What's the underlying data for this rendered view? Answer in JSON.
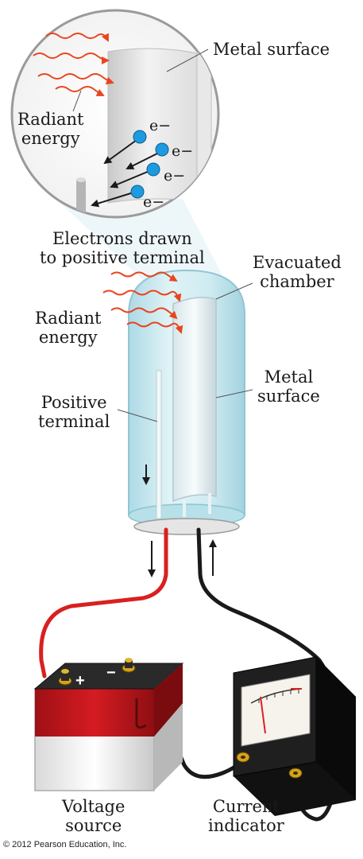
{
  "labels": {
    "metal_surface_inset": "Metal surface",
    "radiant_energy_inset": "Radiant\nenergy",
    "electrons_drawn": "Electrons drawn\nto positive terminal",
    "evacuated_chamber": "Evacuated\nchamber",
    "radiant_energy": "Radiant\nenergy",
    "metal_surface": "Metal\nsurface",
    "positive_terminal": "Positive\nterminal",
    "voltage_source": "Voltage\nsource",
    "current_indicator": "Current\nindicator"
  },
  "electron_label": "e−",
  "battery_plus": "+",
  "battery_minus": "−",
  "copyright": "© 2012 Pearson Education, Inc.",
  "colors": {
    "radiation": "#e8451e",
    "electron": "#1e9be0",
    "wire_red": "#d92020",
    "wire_black": "#1a1a1a",
    "glass": "#bfe6ee",
    "battery_red": "#c4161c",
    "meter_box": "#1c1c1c",
    "meter_needle": "#e02020"
  },
  "icons": [
    "wavy-radiation-arrow",
    "electron-dot",
    "current-arrow"
  ]
}
